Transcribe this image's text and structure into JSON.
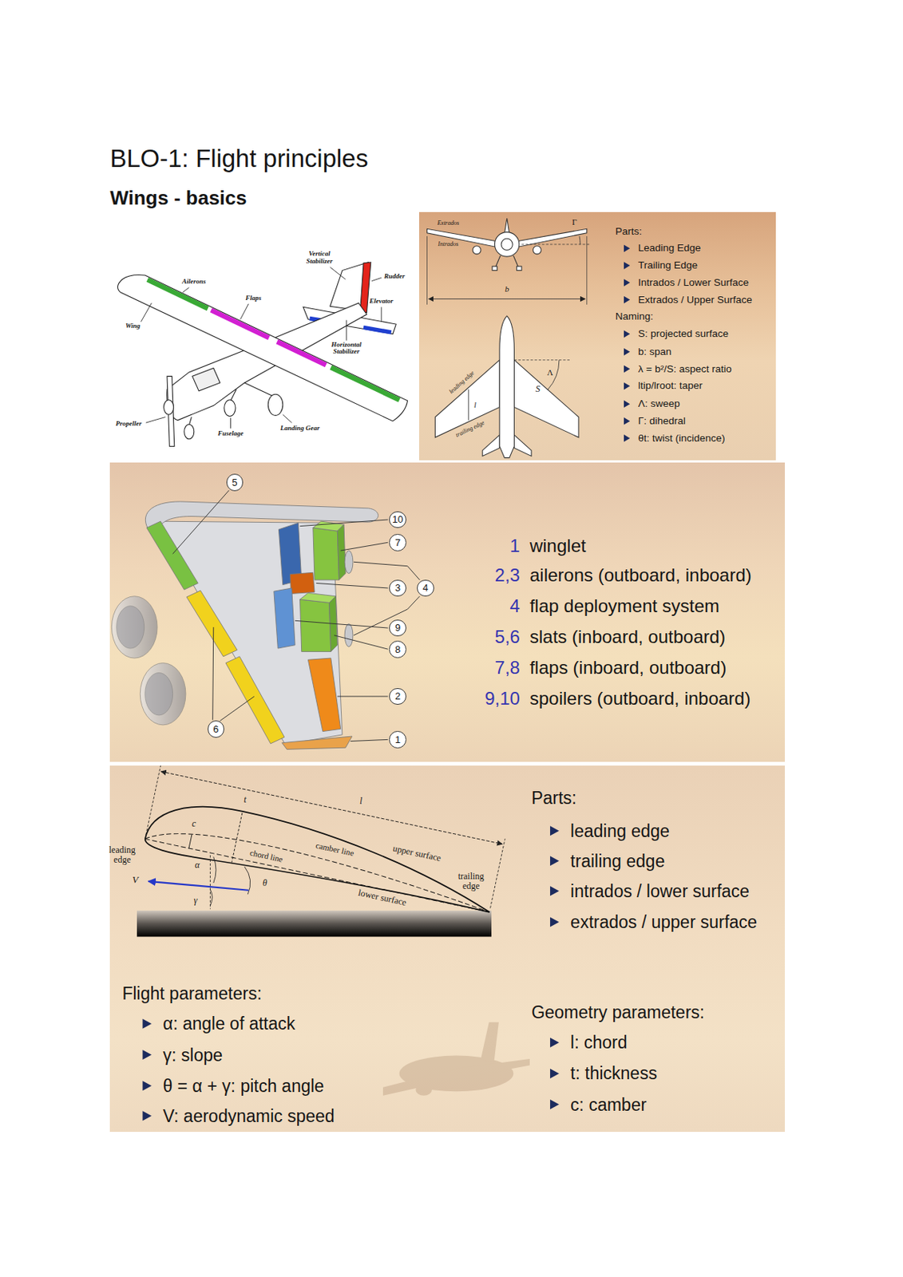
{
  "diagram": {
    "title": "BLO-1: Flight principles",
    "nodes": [
      {
        "text": [
          "Parts:",
          "Leading Edge",
          "Trailing Edge",
          "Intrados / Lower Surface",
          "Extrados / Upper Surface",
          "Naming:",
          "S: projected surface",
          "b: span",
          "λ = b²/S: aspect ratio",
          "ltip/lroot: taper",
          "Λ: sweep",
          "Γ: dihedral",
          "θt: twist (incidence)"
        ]
      },
      {
        "text": [
          "1",
          "winglet",
          "2,3",
          "ailerons (outboard, inboard)",
          "4",
          "flap deployment system",
          "5,6",
          "slats (inboard, outboard)",
          "7,8",
          "flaps (inboard, outboard)",
          "9,10",
          "spoilers (outboard, inboard)"
        ]
      },
      {
        "text": [
          "5"
        ],
        "in": 1
      },
      {
        "text": [
          "10"
        ],
        "in": 1
      },
      {
        "text": [
          "7"
        ],
        "in": 1
      },
      {
        "text": [
          "3"
        ],
        "in": 1
      },
      {
        "text": [
          "4"
        ],
        "in": 1
      },
      {
        "text": [
          "9"
        ],
        "in": 1
      },
      {
        "text": [
          "8"
        ],
        "in": 1
      },
      {
        "text": [
          "2"
        ],
        "in": 1
      },
      {
        "text": [
          "6"
        ],
        "in": 1
      },
      {
        "text": [
          "1"
        ],
        "in": 1
      },
      {
        "text": [
          "Parts:",
          "leading edge",
          "trailing edge",
          "intrados / lower surface",
          "extrados / upper surface",
          "Flight parameters:",
          "α: angle of attack",
          "γ: slope",
          "θ = α + γ: pitch angle",
          "V: aerodynamic speed",
          "Geometry parameters:",
          "l: chord",
          "t: thickness",
          "c: camber"
        ]
      }
    ],
    "labels": [
      "Wings - basics",
      "Vertical Stabilizer",
      "Rudder",
      "Ailerons",
      "Flaps",
      "Elevator",
      "Wing",
      "Horizontal Stabilizer",
      "Propeller",
      "Fuselage",
      "Landing Gear",
      "Extrados",
      "Intrados",
      "Γ",
      "b",
      "leading edge",
      "trailing edge",
      "l",
      "S",
      "Λ",
      "leading edge",
      "trailing edge",
      "t",
      "c",
      "l",
      "upper surface",
      "camber line",
      "chord line",
      "lower surface",
      "α",
      "θ",
      "γ",
      "V"
    ]
  }
}
